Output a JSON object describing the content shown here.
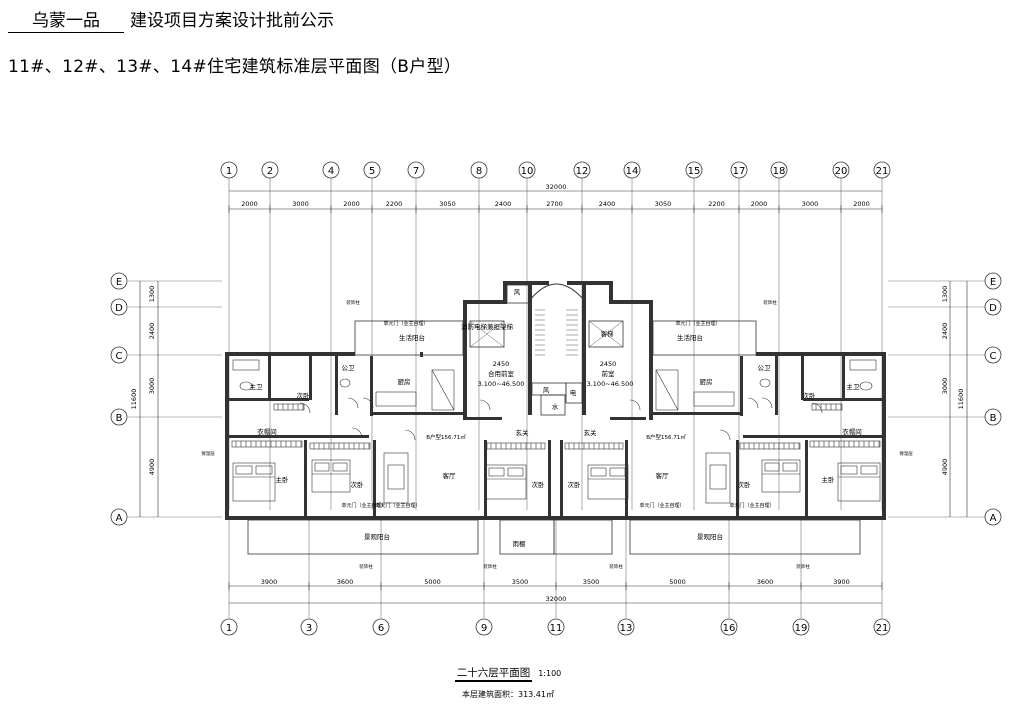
{
  "header": {
    "project_name": "乌蒙一品",
    "title_rest": "建设项目方案设计批前公示",
    "subtitle": "11#、12#、13#、14#住宅建筑标准层平面图（B户型）"
  },
  "plan": {
    "top_axes": [
      "1",
      "2",
      "4",
      "5",
      "7",
      "8",
      "10",
      "12",
      "14",
      "15",
      "17",
      "18",
      "20",
      "21"
    ],
    "top_dims": [
      "2000",
      "3000",
      "2000",
      "2200",
      "3050",
      "2400",
      "2700",
      "2400",
      "3050",
      "2200",
      "2000",
      "3000",
      "2000"
    ],
    "top_total": "32000",
    "bottom_axes": [
      "1",
      "3",
      "6",
      "9",
      "11",
      "13",
      "16",
      "19",
      "21"
    ],
    "bottom_dims": [
      "3900",
      "3600",
      "5000",
      "3500",
      "3500",
      "5000",
      "3600",
      "3900"
    ],
    "bottom_total": "32000",
    "row_axes": [
      "E",
      "D",
      "C",
      "B",
      "A"
    ],
    "left_dims": [
      "1300",
      "2400",
      "3000",
      "4900"
    ],
    "left_total": "11600",
    "right_dims": [
      "1300",
      "2400",
      "3000",
      "4900"
    ],
    "right_total": "11600",
    "rooms": {
      "master_bath": "主卫",
      "public_bath": "公卫",
      "second_bedroom": "次卧",
      "kitchen": "厨房",
      "cloakroom": "衣帽间",
      "master_bedroom": "主卧",
      "living_room": "客厅",
      "entrance": "玄关",
      "living_balcony": "生活阳台",
      "view_balcony": "景观阳台",
      "shared_lobby": "合用前室",
      "front_room": "前室",
      "wind": "风",
      "fire_elevator": "消防电梯兼担架梯",
      "elevator": "客梯",
      "electric": "电",
      "water": "水",
      "rain": "雨棚"
    },
    "notes": {
      "door_note": "单元门（业主自理）",
      "unit_area": "B户型156.71㎡",
      "lobby_level": "2450",
      "lobby_range": "3.100~46.500",
      "decor_column": "装饰柱",
      "insulation": "保温层"
    }
  },
  "caption": {
    "title": "二十六层平面图",
    "scale": "1:100",
    "area": "本层建筑面积：313.41㎡"
  }
}
